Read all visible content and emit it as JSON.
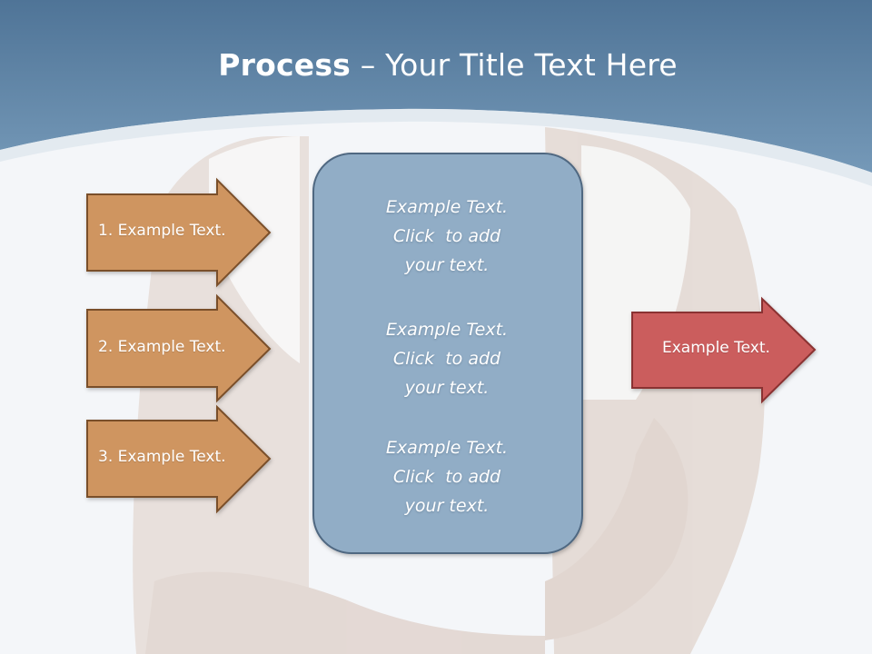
{
  "title": {
    "bold": "Process",
    "rest": " – Your Title Text Here"
  },
  "left_arrows": [
    {
      "label": "1. Example Text."
    },
    {
      "label": "2. Example Text."
    },
    {
      "label": "3. Example Text."
    }
  ],
  "center_box": {
    "blocks": [
      {
        "lines": [
          "Example Text.",
          "Click  to add",
          "your text."
        ]
      },
      {
        "lines": [
          "Example Text.",
          "Click  to add",
          "your text."
        ]
      },
      {
        "lines": [
          "Example Text.",
          "Click  to add",
          "your text."
        ]
      }
    ]
  },
  "right_arrow": {
    "label": "Example Text."
  },
  "colors": {
    "header_blue": "#5d82a3",
    "left_arrow_fill": "#cf9561",
    "left_arrow_stroke": "#7a4f2a",
    "center_box_fill": "#91adc6",
    "center_box_stroke": "#4f6781",
    "right_arrow_fill": "#cb5d5d",
    "right_arrow_stroke": "#8a3030"
  }
}
